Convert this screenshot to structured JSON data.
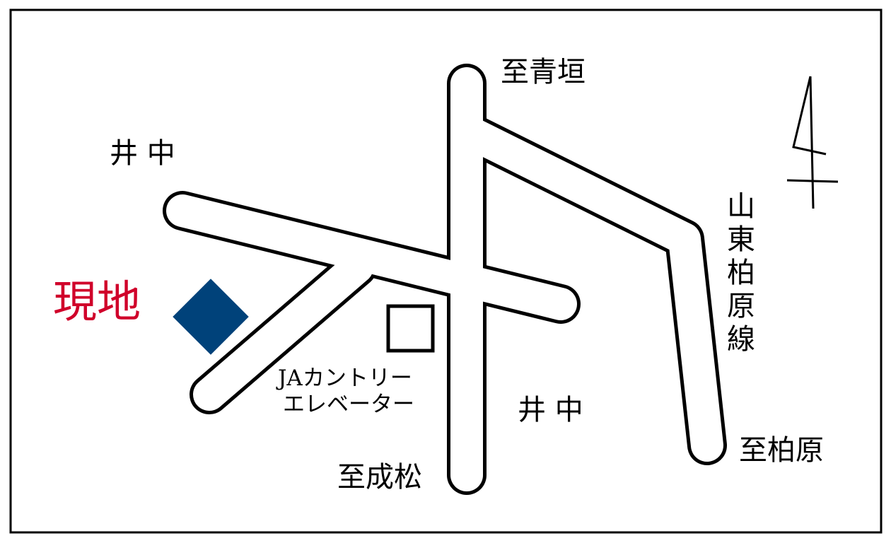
{
  "map": {
    "site_label": "現地",
    "labels": {
      "to_aogaki": "至青垣",
      "inaka_top": "井 中",
      "inaka_bottom": "井 中",
      "route_name": [
        "山",
        "東",
        "柏",
        "原",
        "線"
      ],
      "to_kaibara": "至柏原",
      "to_narimatsu": "至成松",
      "ja_line1": "JAカントリー",
      "ja_line2": "エレベーター"
    },
    "colors": {
      "site_label": "#d0002a",
      "site_marker": "#00427a"
    }
  }
}
